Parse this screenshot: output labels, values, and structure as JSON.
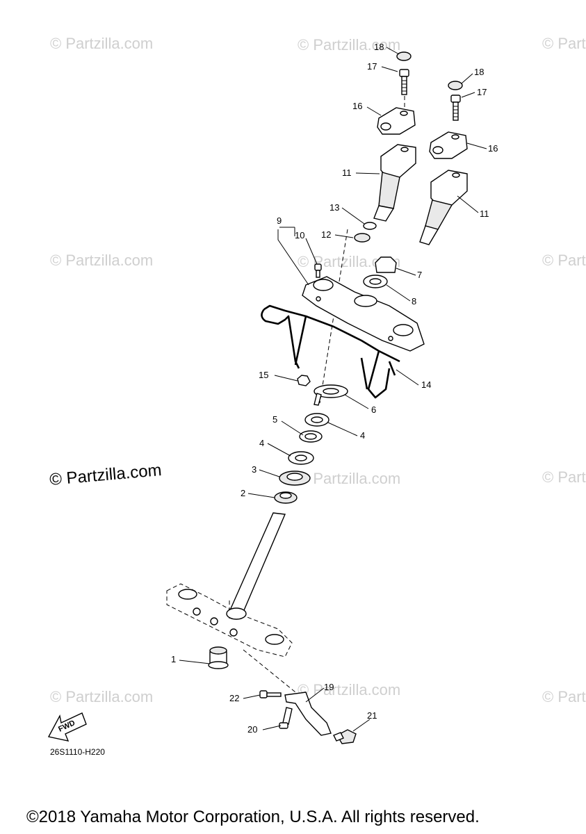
{
  "watermark": "© Partzilla.com",
  "drawing_code": "26S1110-H220",
  "fwd_label": "FWD",
  "copyright": "©2018 Yamaha Motor Corporation, U.S.A. All rights reserved.",
  "callouts": {
    "c1": "1",
    "c2": "2",
    "c3": "3",
    "c4a": "4",
    "c4b": "4",
    "c5": "5",
    "c6": "6",
    "c7": "7",
    "c8": "8",
    "c9": "9",
    "c10": "10",
    "c11a": "11",
    "c11b": "11",
    "c12": "12",
    "c13": "13",
    "c14": "14",
    "c15": "15",
    "c16a": "16",
    "c16b": "16",
    "c17a": "17",
    "c17b": "17",
    "c18a": "18",
    "c18b": "18",
    "c19": "19",
    "c20": "20",
    "c21": "21",
    "c22": "22"
  }
}
